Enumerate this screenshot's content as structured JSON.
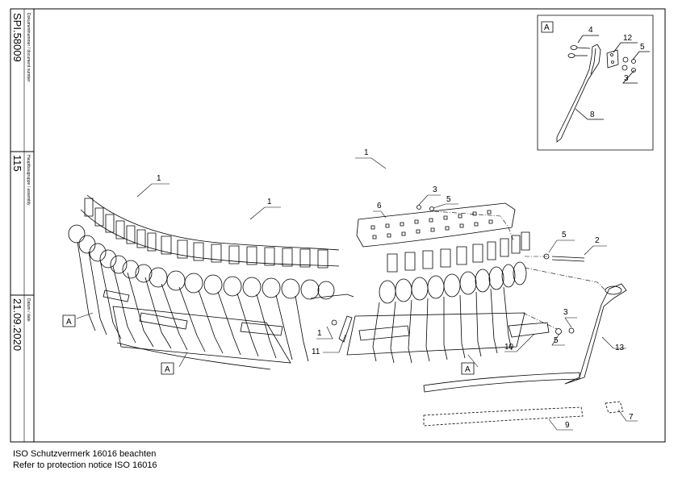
{
  "title_block": {
    "document_number_label": "Dokumentnummer / document number",
    "document_number": "SPI.58009",
    "assembly_label": "Hauptbaugruppe / assembly",
    "assembly": "115",
    "date_label": "Datum / date",
    "date": "21.09.2020"
  },
  "callouts": {
    "c1a": "1",
    "c1b": "1",
    "c1c": "1",
    "c1d": "1",
    "c2": "2",
    "c3a": "3",
    "c3b": "3",
    "c4": "4",
    "c5a": "5",
    "c5b": "5",
    "c5c": "5",
    "c6": "6",
    "c7": "7",
    "c8": "8",
    "c9": "9",
    "c10": "10",
    "c11": "11",
    "c12": "12",
    "c13": "13",
    "c3detail": "3",
    "c5detail": "5"
  },
  "detail_labels": {
    "detail_box": "A",
    "ref_left": "A",
    "ref_bottom_left": "A",
    "ref_bottom_mid": "A"
  },
  "footer": {
    "line1": "ISO Schutzvermerk 16016 beachten",
    "line2": "Refer to protection notice ISO 16016"
  }
}
